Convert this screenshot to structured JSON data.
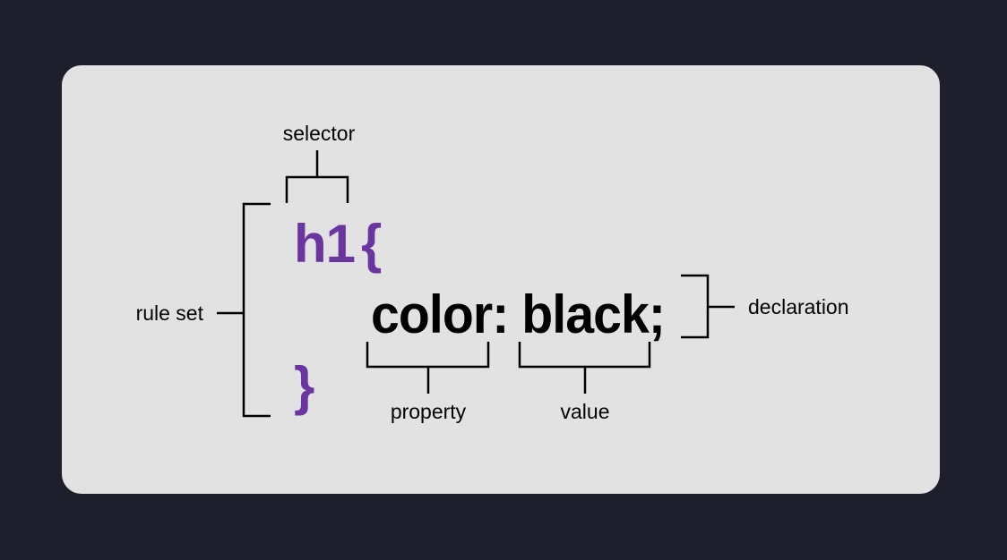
{
  "code": {
    "selector": "h1",
    "open_brace": "{",
    "declaration": "color: black;",
    "close_brace": "}"
  },
  "labels": {
    "selector": "selector",
    "rule_set": "rule set",
    "declaration": "declaration",
    "property": "property",
    "value": "value"
  },
  "colors": {
    "background": "#1f1e2c",
    "card": "#e2e2e2",
    "selector_color": "#6b35a0",
    "text_color": "#000000"
  }
}
